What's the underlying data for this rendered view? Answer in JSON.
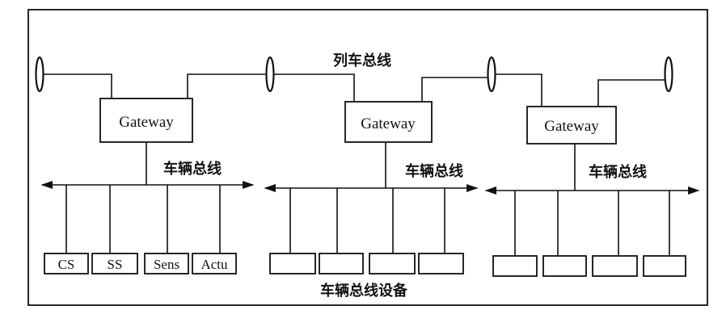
{
  "train_bus_label": "列车总线",
  "vehicle_bus_label": "车辆总线",
  "devices_label": "车辆总线设备",
  "gateway_label": "Gateway",
  "device_labels": [
    "CS",
    "SS",
    "Sens",
    "Actu"
  ]
}
